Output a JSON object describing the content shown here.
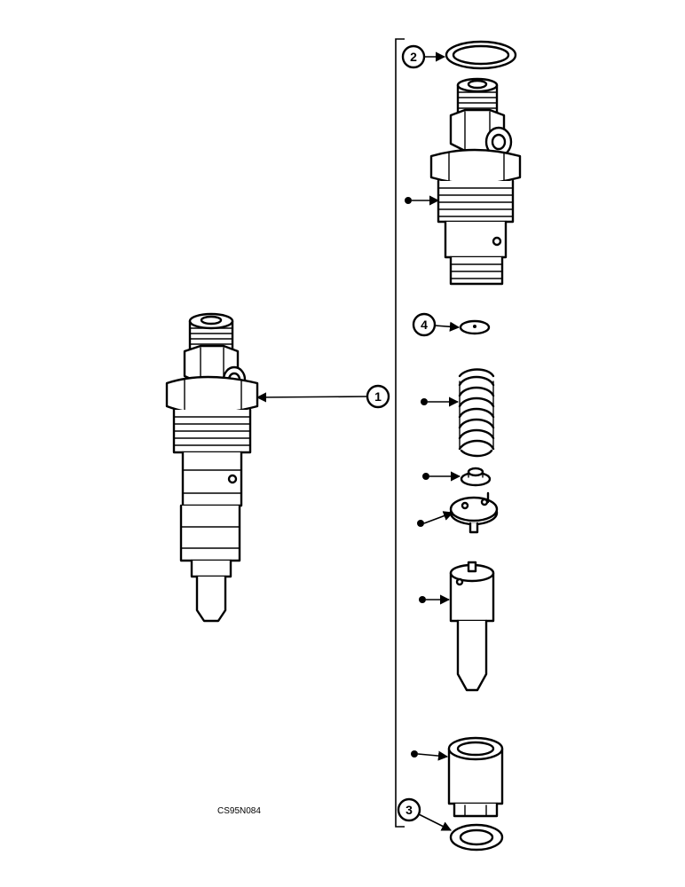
{
  "callouts": [
    {
      "id": "1",
      "label": "1"
    },
    {
      "id": "2",
      "label": "2"
    },
    {
      "id": "3",
      "label": "3"
    },
    {
      "id": "4",
      "label": "4"
    }
  ],
  "drawing_code": "CS95N084",
  "colors": {
    "line": "#000000",
    "background": "#ffffff"
  }
}
